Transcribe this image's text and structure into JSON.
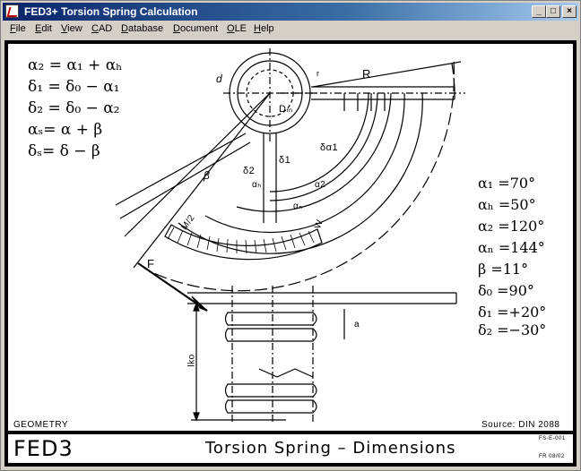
{
  "window": {
    "title": "FED3+  Torsion Spring Calculation",
    "controls": {
      "minimize": "_",
      "maximize": "□",
      "close": "×"
    }
  },
  "menu": [
    {
      "label": "File",
      "u": "F",
      "rest": "ile"
    },
    {
      "label": "Edit",
      "u": "E",
      "rest": "dit"
    },
    {
      "label": "View",
      "u": "V",
      "rest": "iew"
    },
    {
      "label": "CAD",
      "u": "C",
      "rest": "AD"
    },
    {
      "label": "Database",
      "u": "D",
      "rest": "atabase"
    },
    {
      "label": "Document",
      "u": "D",
      "rest": "ocument"
    },
    {
      "label": "OLE",
      "u": "O",
      "rest": "LE"
    },
    {
      "label": "Help",
      "u": "H",
      "rest": "elp"
    }
  ],
  "formulas": {
    "f1": "α₂ = α₁ + αₕ",
    "f2": "δ₁ = δ₀ − α₁",
    "f3": "δ₂ = δ₀ − α₂",
    "f4": "αₛ= α + β",
    "f5": "δₛ= δ − β"
  },
  "values": {
    "a1": "α₁ =70°",
    "ah": "αₕ =50°",
    "a2": "α₂ =120°",
    "an": "αₙ =144°",
    "beta": "β =11°",
    "d0": "δ₀ =90°",
    "d1": "δ₁ =+20°",
    "d2": "δ₂ =−30°"
  },
  "drawing_labels": {
    "d": "d",
    "R": "R",
    "r": "r",
    "Dm": "Dₘ",
    "F": "F",
    "beta": "β",
    "d1": "δ1",
    "d2": "δ2",
    "da1": "δα1",
    "ah": "αₕ",
    "a2": "α2",
    "an": "αₙ",
    "w": "W",
    "m2": "M/2",
    "a": "a",
    "lko": "lko"
  },
  "corner_labels": {
    "geometry": "GEOMETRY",
    "source": "Source:  DIN 2088"
  },
  "footer": {
    "logo": "FED3",
    "title": "Torsion Spring  –  Dimensions",
    "code1": "FS-E-001",
    "code2": "FR 08/02"
  }
}
